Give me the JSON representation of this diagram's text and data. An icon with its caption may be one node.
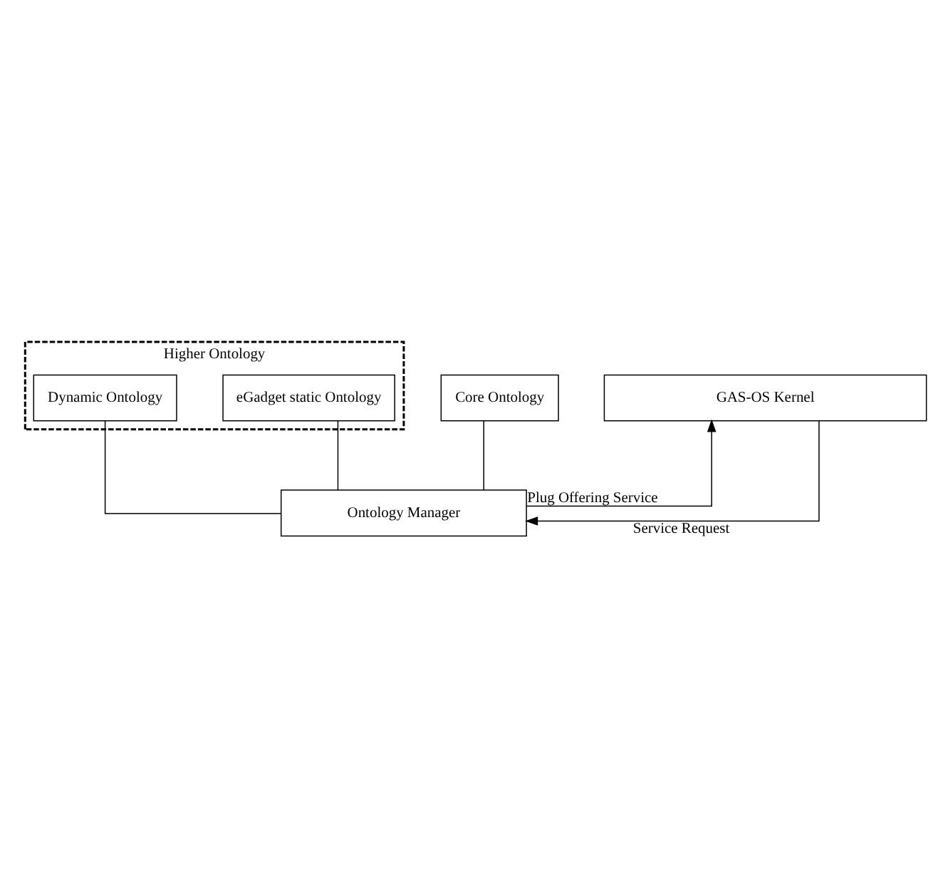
{
  "diagram": {
    "nodes": [
      {
        "text": [
          "Higher Ontology"
        ]
      },
      {
        "text": [
          "Core Ontology"
        ]
      },
      {
        "text": [
          "eGadget static Ontology"
        ],
        "in": 0
      },
      {
        "text": [
          "Dynamic Ontology"
        ],
        "in": 0
      },
      {
        "text": [
          "Ontology Manager"
        ]
      },
      {
        "text": [
          "GAS-OS Kernel"
        ]
      }
    ],
    "edges": [
      {
        "from": 1,
        "to": 4,
        "arrow": "none"
      },
      {
        "from": 2,
        "to": 4,
        "arrow": "none"
      },
      {
        "from": 3,
        "to": 4,
        "arrow": "none"
      },
      {
        "from": 5,
        "to": 4,
        "arrow": "to",
        "label": "Service Request"
      },
      {
        "from": 4,
        "to": 5,
        "arrow": "to",
        "label": "Plug Offering Service"
      }
    ]
  }
}
